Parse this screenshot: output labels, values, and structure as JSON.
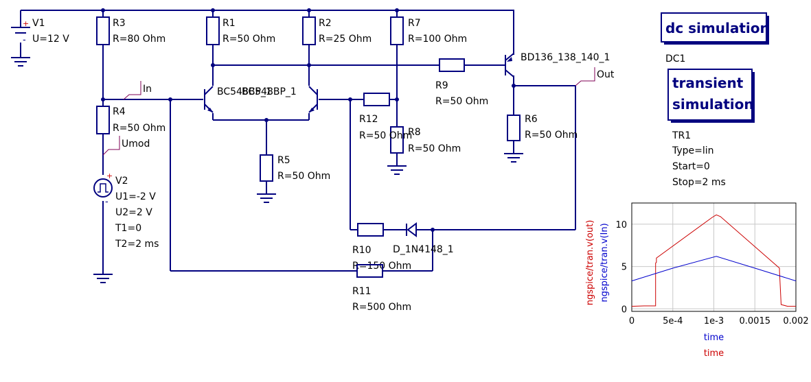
{
  "components": {
    "V1": {
      "name": "V1",
      "value": "U=12 V"
    },
    "V2": {
      "name": "V2",
      "u1": "U1=-2 V",
      "u2": "U2=2 V",
      "t1": "T1=0",
      "t2": "T2=2 ms"
    },
    "R1": {
      "name": "R1",
      "value": "R=50 Ohm"
    },
    "R2": {
      "name": "R2",
      "value": "R=25 Ohm"
    },
    "R3": {
      "name": "R3",
      "value": "R=80 Ohm"
    },
    "R4": {
      "name": "R4",
      "value": "R=50 Ohm"
    },
    "R5": {
      "name": "R5",
      "value": "R=50 Ohm"
    },
    "R6": {
      "name": "R6",
      "value": "R=50 Ohm"
    },
    "R7": {
      "name": "R7",
      "value": "R=100 Ohm"
    },
    "R8": {
      "name": "R8",
      "value": "R=50 Ohm"
    },
    "R9": {
      "name": "R9",
      "value": "R=50 Ohm"
    },
    "R10": {
      "name": "R10",
      "value": "R=150 Ohm"
    },
    "R11": {
      "name": "R11",
      "value": "R=500 Ohm"
    },
    "R12": {
      "name": "R12",
      "value": "R=50 Ohm"
    },
    "Q1": {
      "name": "BC548BP_1"
    },
    "Q2": {
      "name": "BC548BP_1"
    },
    "Q3": {
      "name": "BD136_138_140_1"
    },
    "D1": {
      "name": "D_1N4148_1"
    }
  },
  "nets": {
    "in": "In",
    "out": "Out",
    "umod": "Umod"
  },
  "plus": "+",
  "minus": "-",
  "dc_sim": {
    "title": "dc simulation",
    "name": "DC1"
  },
  "tran_sim": {
    "title_line1": "transient",
    "title_line2": "simulation",
    "name": "TR1",
    "type": "Type=lin",
    "start": "Start=0",
    "stop": "Stop=2 ms"
  },
  "colors": {
    "wire": "#00007f",
    "out_trace": "#cc0000",
    "in_trace": "#0000cc"
  },
  "chart_data": {
    "type": "line",
    "xlabel_series": [
      {
        "text": "time",
        "color": "#0000cc"
      },
      {
        "text": "time",
        "color": "#cc0000"
      }
    ],
    "ylabel_series": [
      {
        "text": "ngspice/tran.v(out)",
        "color": "#cc0000"
      },
      {
        "text": "ngspice/tran.v(In)",
        "color": "#0000cc"
      }
    ],
    "xlim": [
      0,
      0.002
    ],
    "ylim": [
      -0.3,
      12.5
    ],
    "x_ticks": [
      {
        "v": 0,
        "t": "0"
      },
      {
        "v": 0.0005,
        "t": "5e-4"
      },
      {
        "v": 0.001,
        "t": "1e-3"
      },
      {
        "v": 0.0015,
        "t": "0.0015"
      },
      {
        "v": 0.002,
        "t": "0.002"
      }
    ],
    "y_ticks": [
      {
        "v": 0,
        "t": "0"
      },
      {
        "v": 5,
        "t": "5"
      },
      {
        "v": 10,
        "t": "10"
      }
    ],
    "grid": true,
    "series": [
      {
        "name": "ngspice/tran.v(out)",
        "color": "#cc0000",
        "x": [
          0,
          0.00015,
          0.00029,
          0.00029,
          0.0003,
          0.0003,
          0.00098,
          0.00103,
          0.00108,
          0.0018,
          0.0018,
          0.00182,
          0.0019,
          0.00196,
          0.002
        ],
        "y": [
          0.3,
          0.35,
          0.35,
          5.4,
          5.5,
          6.0,
          10.8,
          11.1,
          10.9,
          4.8,
          4.5,
          0.5,
          0.3,
          0.3,
          0.3
        ]
      },
      {
        "name": "ngspice/tran.v(In)",
        "color": "#0000cc",
        "x": [
          0,
          0.0005,
          0.00103,
          0.0015,
          0.002
        ],
        "y": [
          3.3,
          4.8,
          6.2,
          4.8,
          3.3
        ]
      }
    ]
  }
}
